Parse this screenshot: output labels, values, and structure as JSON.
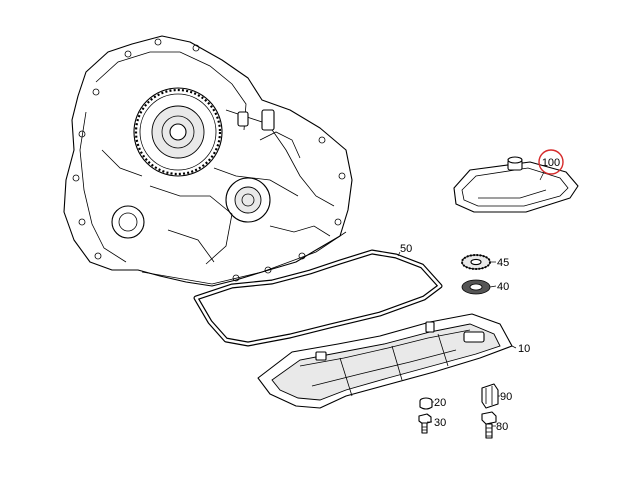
{
  "callouts": {
    "c100": "100",
    "c50": "50",
    "c45": "45",
    "c40": "40",
    "c10": "10",
    "c90": "90",
    "c20": "20",
    "c80": "80",
    "c30": "30"
  },
  "highlight_color": "#d62b2b"
}
